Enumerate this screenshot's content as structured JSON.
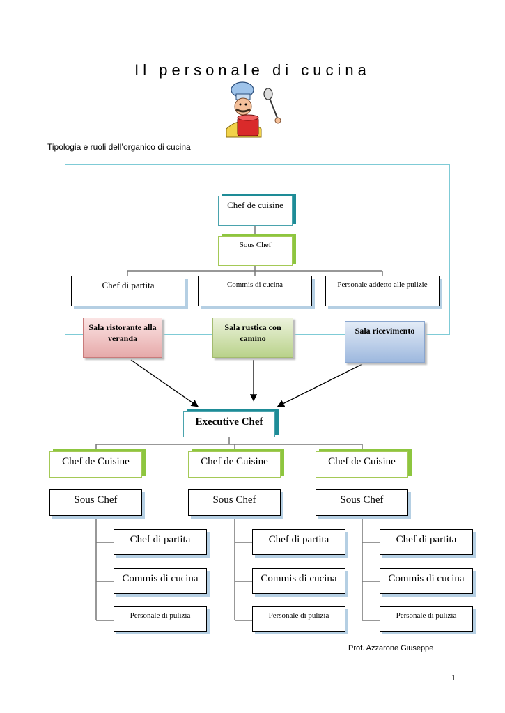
{
  "page": {
    "title": "Il personale di cucina",
    "subtitle": "Tipologia e ruoli dell’organico di cucina",
    "author": "Prof. Azzarone Giuseppe",
    "page_number": "1"
  },
  "top_chart": {
    "head": "Chef de cuisine",
    "sous": "Sous Chef",
    "roles": [
      "Chef di partita",
      "Commis di cucina",
      "Personale addetto alle pulizie"
    ]
  },
  "salas": {
    "red": "Sala ristorante alla veranda",
    "green": "Sala rustica con camino",
    "blue": "Sala ricevimento"
  },
  "bottom_chart": {
    "executive": "Executive Chef",
    "columns": [
      {
        "head": "Chef de Cuisine",
        "sous": "Sous Chef",
        "staff": [
          "Chef di partita",
          "Commis di cucina",
          "Personale di pulizia"
        ]
      },
      {
        "head": "Chef de Cuisine",
        "sous": "Sous Chef",
        "staff": [
          "Chef di partita",
          "Commis di cucina",
          "Personale di pulizia"
        ]
      },
      {
        "head": "Chef de Cuisine",
        "sous": "Sous Chef",
        "staff": [
          "Chef di partita",
          "Commis di cucina",
          "Personale di pulizia"
        ]
      }
    ]
  },
  "colors": {
    "teal_shadow": "#1e8c97",
    "green_shadow": "#8dc63f",
    "frame": "#7fcbd6"
  },
  "icons": {
    "illustration": "chef-cartoon-icon"
  }
}
